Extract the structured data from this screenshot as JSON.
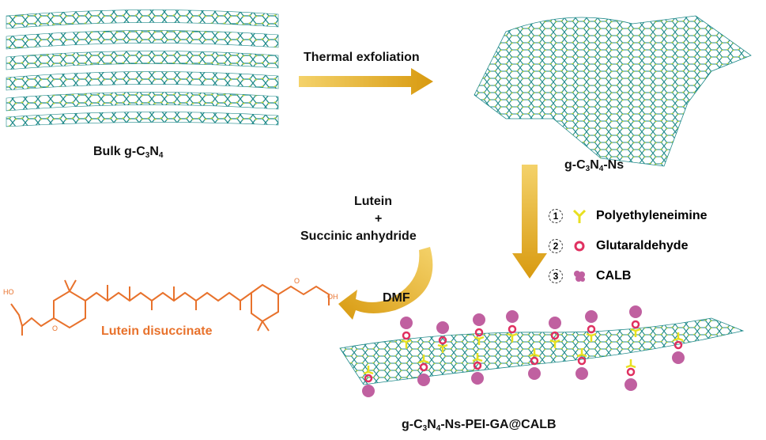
{
  "labels": {
    "bulk_prefix": "Bulk g-C",
    "bulk_sub1": "3",
    "bulk_mid": "N",
    "bulk_sub2": "4",
    "thermal_exfoliation": "Thermal exfoliation",
    "ns_prefix": "g-C",
    "ns_sub1": "3",
    "ns_mid": "N",
    "ns_sub2": "4",
    "ns_suffix": "-Ns",
    "lutein": "Lutein",
    "plus": "+",
    "succinic": "Succinic anhydride",
    "dmf": "DMF",
    "product": "Lutein disuccinate",
    "final_prefix": "g-C",
    "final_sub1": "3",
    "final_mid": "N",
    "final_sub2": "4",
    "final_suffix": "-Ns-PEI-GA@CALB",
    "ho_left": "HO",
    "o_left": "O",
    "oh_right": "OH",
    "o_right": "O"
  },
  "legend": [
    {
      "num": "1",
      "text": "Polyethyleneimine",
      "icon": "pei-icon"
    },
    {
      "num": "2",
      "text": "Glutaraldehyde",
      "icon": "glutaraldehyde-icon"
    },
    {
      "num": "3",
      "text": "CALB",
      "icon": "calb-icon"
    }
  ],
  "colors": {
    "sheet": "#1f8a8a",
    "node": "#b8d43a",
    "arrow_gold": "#e0b020",
    "orange": "#e8722c",
    "pei": "#e8e020",
    "ga": "#e03060",
    "calb": "#c060a0"
  }
}
